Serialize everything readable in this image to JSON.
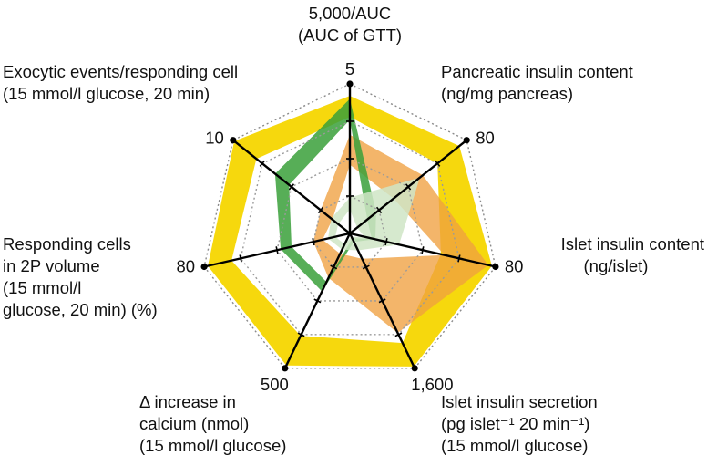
{
  "chart_data": {
    "type": "radar",
    "title": "",
    "axes": [
      {
        "id": "auc",
        "lines": [
          "5,000/AUC",
          "(AUC of GTT)"
        ],
        "max_label": "5",
        "max": 5
      },
      {
        "id": "pancreatic-insulin",
        "lines": [
          "Pancreatic insulin content",
          "(ng/mg pancreas)"
        ],
        "max_label": "80",
        "max": 80
      },
      {
        "id": "islet-insulin-content",
        "lines": [
          "Islet insulin content",
          "(ng/islet)"
        ],
        "max_label": "80",
        "max": 80
      },
      {
        "id": "islet-insulin-secretion",
        "lines": [
          "Islet insulin secretion",
          "(pg islet⁻¹ 20 min⁻¹)",
          "(15 mmol/l glucose)"
        ],
        "max_label": "1,600",
        "max": 1600
      },
      {
        "id": "calcium",
        "lines": [
          "Δ increase in",
          "calcium (nmol)",
          "(15 mmol/l glucose)"
        ],
        "max_label": "500",
        "max": 500
      },
      {
        "id": "responding-cells",
        "lines": [
          "Responding cells",
          "in 2P volume",
          "(15 mmol/l",
          "glucose, 20 min) (%)"
        ],
        "max_label": "80",
        "max": 80
      },
      {
        "id": "exocytic-events",
        "lines": [
          "Exocytic events/responding cell",
          "(15 mmol/l glucose, 20 min)"
        ],
        "max_label": "10",
        "max": 10
      }
    ],
    "grid_levels": 4,
    "series": [
      {
        "color": "#f5d600",
        "opacity": 0.95,
        "lower": [
          3.9,
          60,
          50,
          1300,
          380,
          65,
          8
        ],
        "upper": [
          4.6,
          75,
          78,
          1580,
          490,
          78,
          9.9
        ]
      },
      {
        "color": "#f0a040",
        "opacity": 0.78,
        "lower": [
          2.3,
          30,
          52,
          300,
          75,
          15,
          1.5
        ],
        "upper": [
          3.3,
          50,
          76,
          1180,
          165,
          20,
          2.5
        ]
      },
      {
        "color": "#3aa03a",
        "opacity": 0.85,
        "lower": [
          3.8,
          12,
          12,
          60,
          180,
          32,
          5.2
        ],
        "upper": [
          4.5,
          18,
          14,
          100,
          215,
          38,
          6.4
        ]
      },
      {
        "color": "#cfe5c5",
        "opacity": 0.85,
        "lower": [
          0.8,
          5,
          8,
          40,
          40,
          8,
          1.0
        ],
        "upper": [
          1.2,
          48,
          27,
          200,
          60,
          12,
          1.6
        ]
      }
    ]
  }
}
